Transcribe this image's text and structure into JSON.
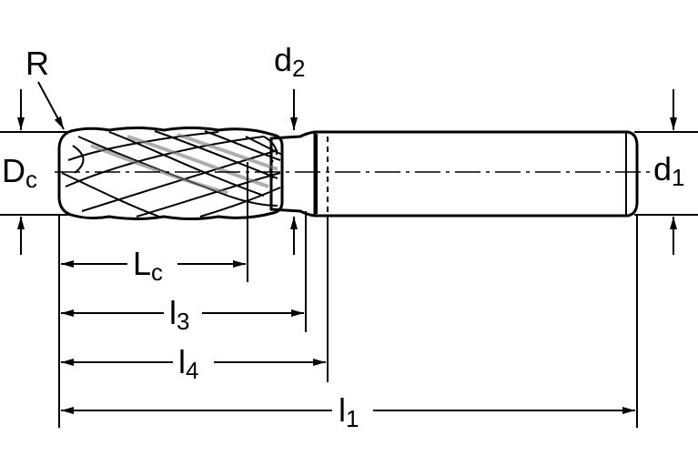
{
  "colors": {
    "tool_body": "#a9a9a9",
    "tool_body_light": "#bdbdbd",
    "outline": "#000000",
    "background": "#ffffff"
  },
  "labels": {
    "R": "R",
    "d2": {
      "main": "d",
      "sub": "2"
    },
    "d1": {
      "main": "d",
      "sub": "1"
    },
    "Dc": {
      "main": "D",
      "sub": "c"
    },
    "Lc": {
      "main": "L",
      "sub": "c"
    },
    "l3": {
      "main": "l",
      "sub": "3"
    },
    "l4": {
      "main": "l",
      "sub": "4"
    },
    "l1": {
      "main": "l",
      "sub": "1"
    }
  }
}
